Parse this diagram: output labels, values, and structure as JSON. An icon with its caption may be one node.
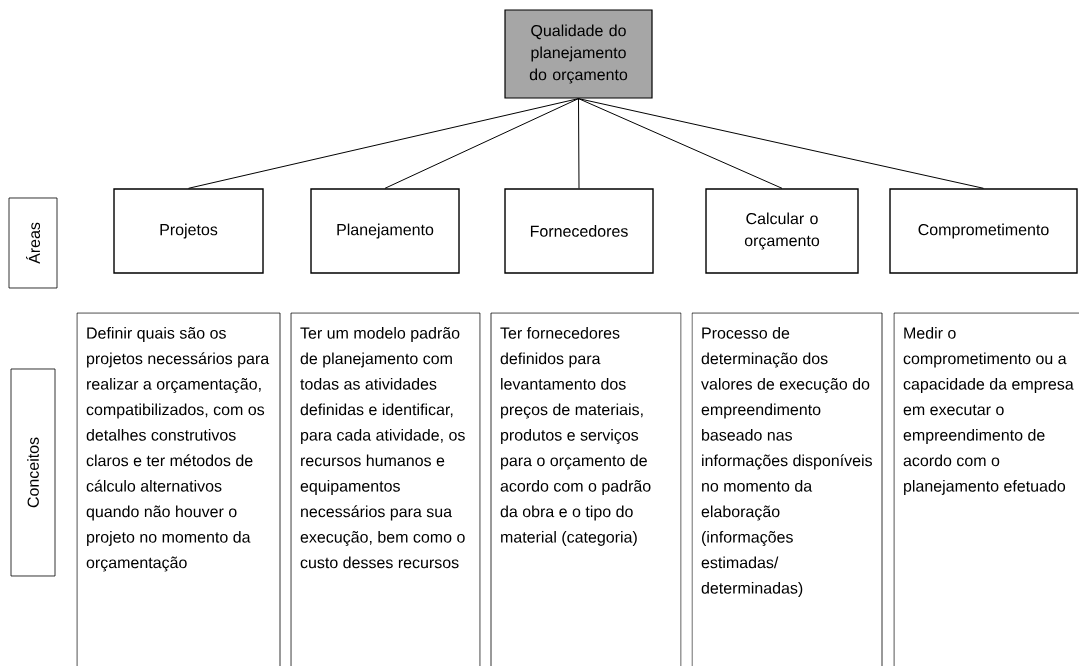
{
  "diagram": {
    "nodes": [
      {
        "text": [
          "Qualidade do planejamento do orçamento"
        ]
      },
      {
        "text": [
          "Áreas"
        ]
      },
      {
        "text": [
          "Projetos"
        ]
      },
      {
        "text": [
          "Planejamento"
        ]
      },
      {
        "text": [
          "Fornecedores"
        ]
      },
      {
        "text": [
          "Calcular o orçamento"
        ]
      },
      {
        "text": [
          "Comprometimento"
        ]
      },
      {
        "text": [
          "Conceitos"
        ]
      },
      {
        "text": [
          "Definir quais são os projetos necessários para realizar a orçamentação, compatibilizados, com os detalhes construtivos claros e ter métodos de cálculo alternativos quando não houver o projeto no momento da orçamentação"
        ]
      },
      {
        "text": [
          "Ter um modelo padrão de planejamento com todas as atividades definidas e identificar, para cada atividade, os recursos humanos e equipamentos necessários para sua execução, bem como o custo desses recursos"
        ]
      },
      {
        "text": [
          "Ter fornecedores definidos para levantamento dos preços de materiais, produtos e serviços para o orçamento de acordo com o padrão da obra e o tipo do material (categoria)"
        ]
      },
      {
        "text": [
          "Processo de determinação dos valores de execução do empreendimento baseado nas informações disponíveis no momento da elaboração (informações estimadas/ determinadas)"
        ]
      },
      {
        "text": [
          "Medir o comprometimento ou a capacidade da empresa em executar o empreendimento de acordo com o planejamento efetuado"
        ]
      }
    ],
    "edges": [
      {
        "from": 0,
        "to": 2,
        "arrow": "none"
      },
      {
        "from": 0,
        "to": 3,
        "arrow": "none"
      },
      {
        "from": 0,
        "to": 4,
        "arrow": "none"
      },
      {
        "from": 0,
        "to": 5,
        "arrow": "none"
      },
      {
        "from": 0,
        "to": 6,
        "arrow": "none"
      }
    ]
  }
}
